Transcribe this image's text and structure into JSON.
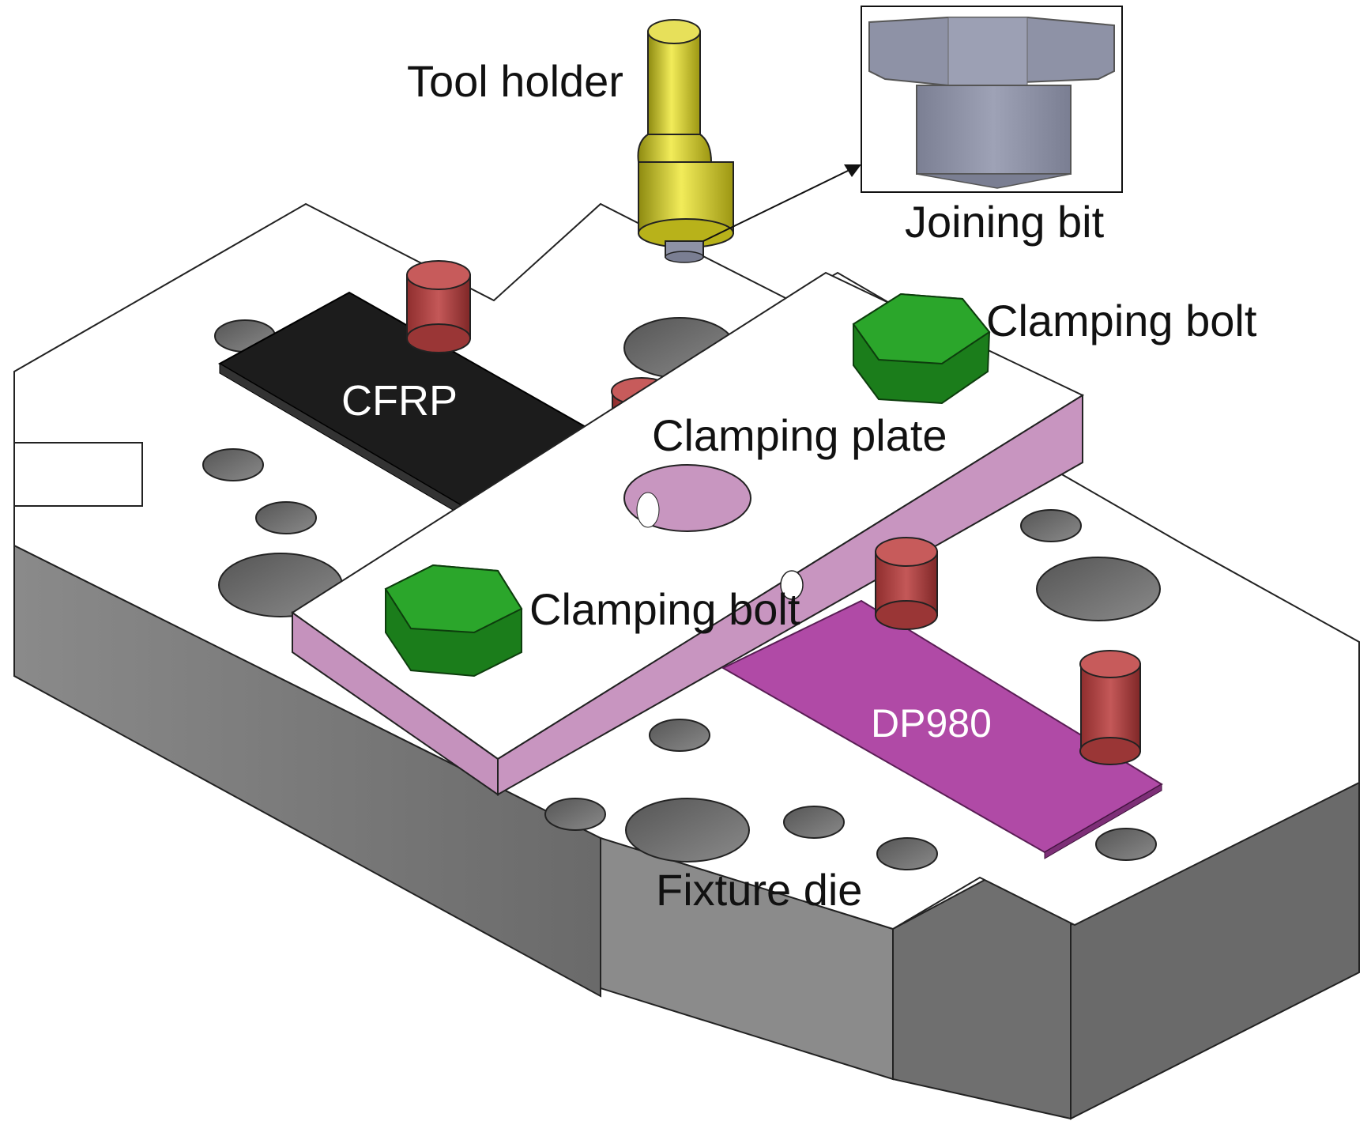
{
  "labels": {
    "tool_holder": "Tool holder",
    "joining_bit": "Joining bit",
    "clamping_bolt_top": "Clamping bolt",
    "clamping_plate": "Clamping plate",
    "clamping_bolt_bottom": "Clamping bolt",
    "cfrp": "CFRP",
    "dp980": "DP980",
    "fixture_die": "Fixture die"
  },
  "colors": {
    "die_top": "#ffffff",
    "die_side": "#7d7d7d",
    "hole": "#6e6e6e",
    "cfrp": "#1c1c1c",
    "dp980": "#b04aa6",
    "clamp_plate_side": "#c592bd",
    "bolt": "#1f8f1f",
    "pin": "#b64a4a",
    "tool_holder": "#c9c41a",
    "joining_bit": "#8e92a6"
  }
}
